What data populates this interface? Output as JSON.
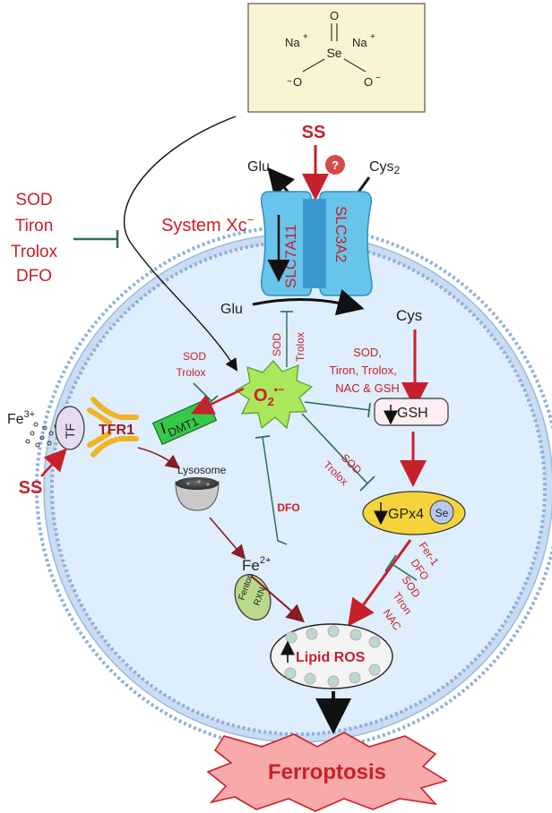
{
  "formula": {
    "na_left": "Na",
    "na_right": "Na",
    "plus": "+",
    "oxygen_top": "O",
    "selenium": "Se",
    "oxygen_left": "O",
    "oxygen_right": "O",
    "minus": "−"
  },
  "labels": {
    "ss_top": "SS",
    "question": "?",
    "glu_out": "Glu",
    "cys2": "Cys",
    "cys2_sub": "2",
    "system_xc": "System Xc",
    "system_xc_sup": "−",
    "slc7a11": "SLC7A11",
    "slc3a2": "SLC3A2",
    "glu_in": "Glu",
    "cys_in": "Cys",
    "ss_left": "SS",
    "fe3": "Fe",
    "fe3_sup": "3+",
    "tf": "TF",
    "tfr1": "TFR1",
    "dmt1": "DMT1",
    "lysosome": "Lysosome",
    "o2": "O",
    "o2_sub": "2",
    "o2_sup": "•−",
    "gsh": "GSH",
    "gpx4": "GPx4",
    "se": "Se",
    "fe2": "Fe",
    "fe2_sup": "2+",
    "fenton_1": "Fenton",
    "fenton_2": "RXN",
    "lipid_ros": "Lipid ROS",
    "ferroptosis": "Ferroptosis"
  },
  "inhibitors": {
    "outside": [
      "SOD",
      "Tiron",
      "Trolox",
      "DFO"
    ],
    "xc_block": [
      "SOD",
      "Trolox"
    ],
    "dmt1_block": [
      "SOD",
      "Trolox"
    ],
    "gsh_block": [
      "SOD,",
      "Tiron, Trolox,",
      "NAC & GSH"
    ],
    "gpx4_block": [
      "SOD",
      "Trolox"
    ],
    "fe_block": "DFO",
    "lipid_block": [
      "Fer-1",
      "DFO",
      "SOD",
      "Tiron",
      "NAC"
    ]
  },
  "colors": {
    "inhibitor_red": "#c8202b",
    "inhibition_green": "#2e6e57",
    "cell_fill": "#dfeefc",
    "membrane_blue": "#8fb0dc",
    "transporter": "#68c4ea",
    "formula_box": "#fbf4d2",
    "superoxide": "#a8e85a",
    "dmt1": "#35c94a",
    "gpx4": "#f5d43b",
    "tfr1": "#f0b429",
    "tf": "#e7dcef",
    "ferroptosis": "#f8a9a9"
  }
}
